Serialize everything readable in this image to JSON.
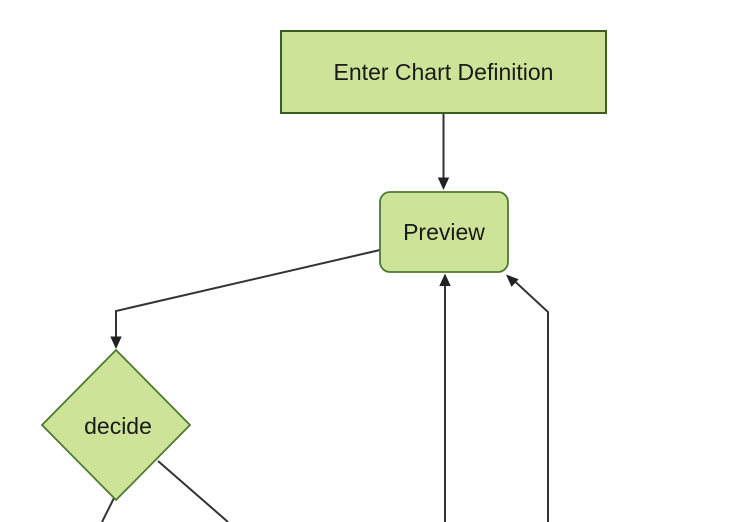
{
  "diagram": {
    "type": "flowchart",
    "direction": "top-down",
    "background": "#ffffff",
    "colors": {
      "node_fill": "#cde498",
      "node_border_rect": "#3c5f20",
      "node_border_round": "#4d7a31",
      "edge_line": "#333333",
      "arrowhead": "#222222",
      "label_text": "#1a1a1a"
    },
    "nodes": [
      {
        "id": "enter-chart-definition",
        "shape": "rectangle",
        "label": "Enter Chart Definition"
      },
      {
        "id": "preview",
        "shape": "rounded-rectangle",
        "label": "Preview"
      },
      {
        "id": "decide",
        "shape": "diamond",
        "label": "decide"
      }
    ],
    "edges": [
      {
        "from": "enter-chart-definition",
        "to": "preview",
        "kind": "arrow",
        "path": "straight-down"
      },
      {
        "from": "preview",
        "to": "decide",
        "kind": "arrow",
        "path": "elbow-down-left"
      },
      {
        "from": "offscreen-bottom",
        "to": "preview",
        "kind": "arrow",
        "path": "straight-up"
      },
      {
        "from": "offscreen-bottom-right",
        "to": "preview",
        "kind": "arrow",
        "path": "elbow-up-left"
      },
      {
        "from": "decide",
        "to": "offscreen-bottom-left",
        "kind": "line",
        "path": "down-left"
      },
      {
        "from": "decide",
        "to": "offscreen-bottom-right",
        "kind": "line",
        "path": "down-right"
      }
    ]
  }
}
